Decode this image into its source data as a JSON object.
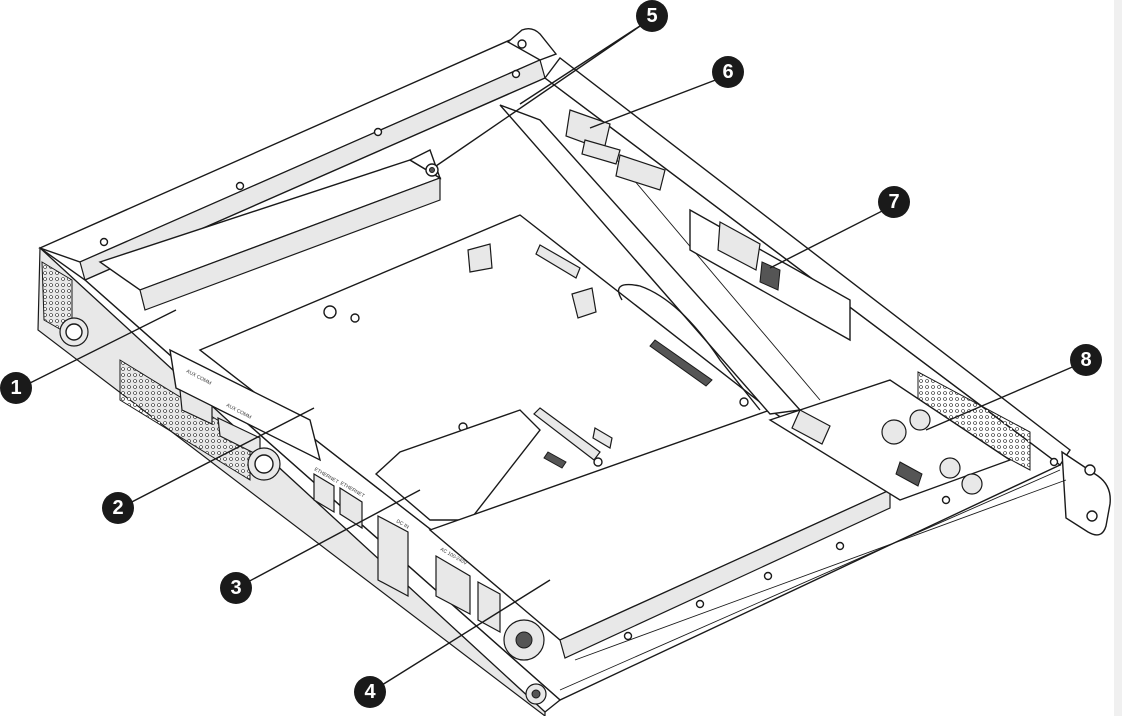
{
  "diagram": {
    "callouts": [
      {
        "id": "1",
        "label": "1"
      },
      {
        "id": "2",
        "label": "2"
      },
      {
        "id": "3",
        "label": "3"
      },
      {
        "id": "4",
        "label": "4"
      },
      {
        "id": "5",
        "label": "5"
      },
      {
        "id": "6",
        "label": "6"
      },
      {
        "id": "7",
        "label": "7"
      },
      {
        "id": "8",
        "label": "8"
      }
    ],
    "panel_labels": {
      "aux_comm_1": "AUX COMM",
      "aux_comm_2": "AUX COMM",
      "ethernet_1": "ETHERNET",
      "ethernet_2": "ETHERNET",
      "dc_in": "DC IN",
      "ac_in": "AC 100-240V"
    }
  }
}
